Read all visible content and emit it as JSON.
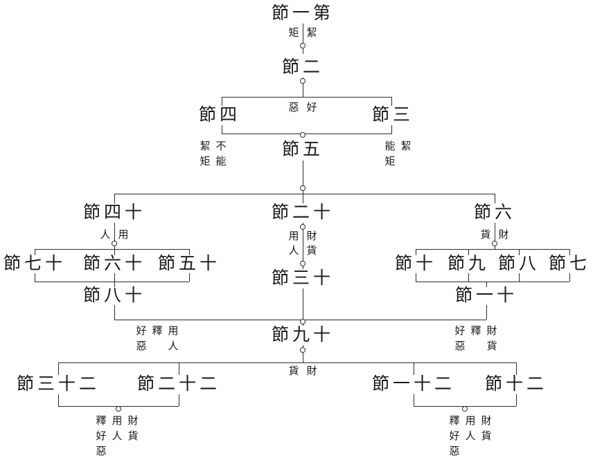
{
  "diagram": {
    "background": "#ffffff",
    "line_color": "#2b2b2b",
    "text_color": "#1a1a1a",
    "nodes": {
      "s1": "節一第",
      "s2": "節二",
      "s3": "節三",
      "s4": "節四",
      "s5": "節五",
      "s6": "節六",
      "s7": "節七",
      "s8": "節八",
      "s9": "節九",
      "s10": "節十",
      "s11": "節一十",
      "s12": "節二十",
      "s13": "節三十",
      "s14": "節四十",
      "s15": "節五十",
      "s16": "節六十",
      "s17": "節七十",
      "s18": "節八十",
      "s19": "節九十",
      "s20": "節十二",
      "s21": "節一十二",
      "s22": "節二十二",
      "s23": "節三十二"
    },
    "edge_labels": {
      "jieju": {
        "cols": [
          "矩",
          "絜"
        ]
      },
      "haowu": {
        "cols": [
          "惡",
          "好"
        ]
      },
      "buneng_jieju": {
        "cols": [
          "絜矩",
          "不能"
        ]
      },
      "neng_jieju": {
        "cols": [
          "能矩",
          "絜"
        ]
      },
      "yongren": {
        "cols": [
          "人",
          "用"
        ]
      },
      "yongren_caihuo": {
        "cols": [
          "用人",
          "財貨"
        ]
      },
      "caihuo_top": {
        "cols": [
          "貨",
          "財"
        ]
      },
      "shi_haowu_yongren": {
        "cols": [
          "好惡",
          "釋",
          "用人"
        ]
      },
      "shi_haowu_caihuo": {
        "cols": [
          "好惡",
          "釋",
          "財貨"
        ]
      },
      "caihuo_mid": {
        "cols": [
          "貨",
          "財"
        ]
      },
      "shi_full_left": {
        "cols": [
          "釋好惡",
          "用人",
          "財貨"
        ]
      },
      "shi_full_right": {
        "cols": [
          "釋好惡",
          "用人",
          "財貨"
        ]
      }
    }
  }
}
